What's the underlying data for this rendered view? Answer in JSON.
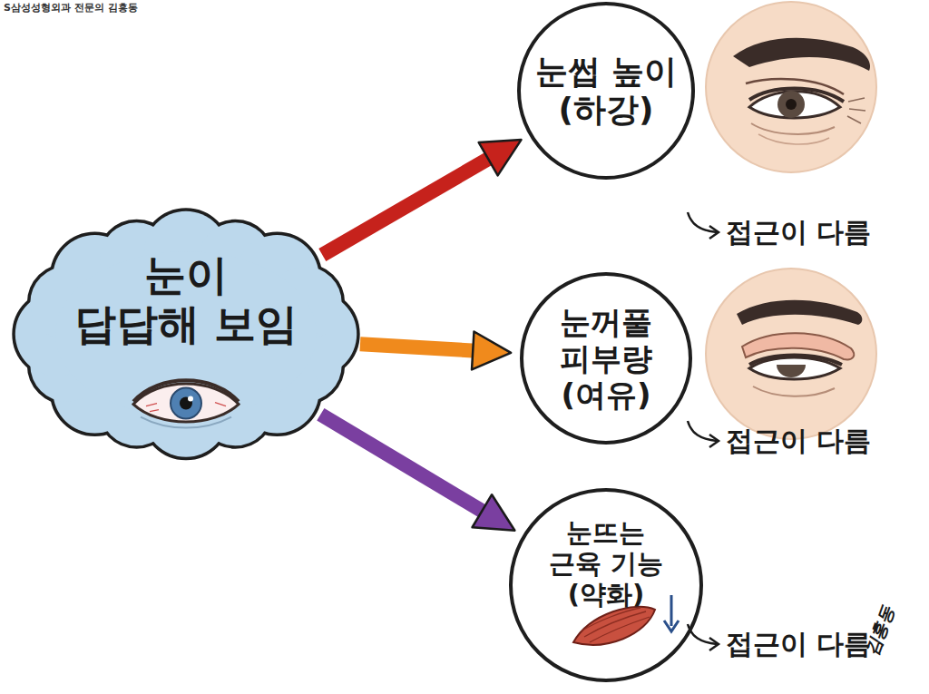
{
  "diagram": {
    "nodes": [
      {
        "text": [
          "눈이 답답해 보임"
        ]
      },
      {
        "text": [
          "눈썹 높이 (하강)"
        ]
      },
      {
        "text": [
          "눈꺼풀 피부량 (여유)"
        ]
      },
      {
        "text": [
          "눈뜨는 근육 기능 (약화)"
        ]
      }
    ],
    "edges": [
      {
        "from": 0,
        "to": 1,
        "arrow": "to"
      },
      {
        "from": 0,
        "to": 2,
        "arrow": "to"
      },
      {
        "from": 0,
        "to": 3,
        "arrow": "to"
      }
    ],
    "labels": [
      "S삼성성형외과 전문의 김홍동",
      "접근이 다름",
      "접근이 다름",
      "접근이 다름",
      "김홍동"
    ]
  }
}
